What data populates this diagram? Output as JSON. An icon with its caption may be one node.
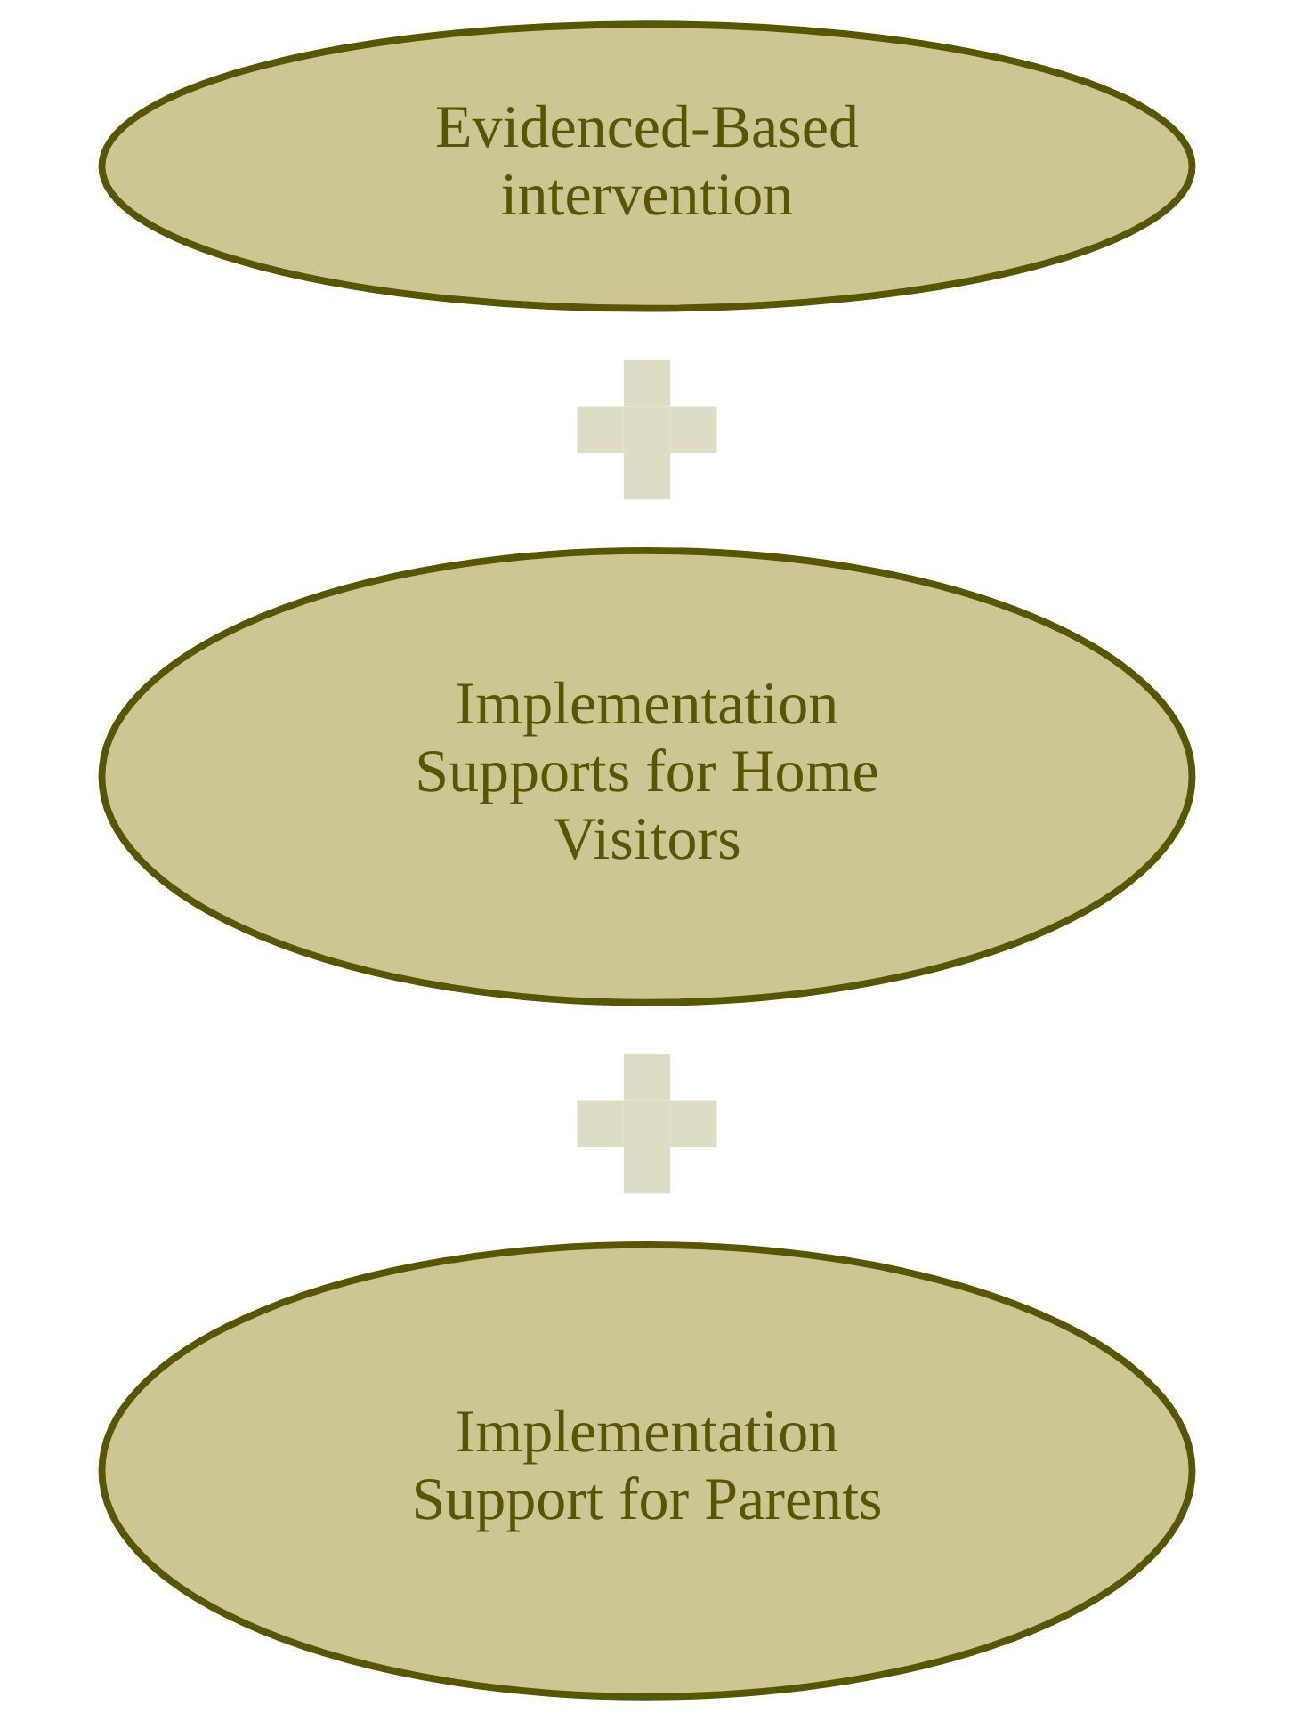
{
  "diagram": {
    "nodes": [
      {
        "text": [
          "Evidenced-Based intervention"
        ]
      },
      {
        "text": [],
        "shape": "plus"
      },
      {
        "text": [
          "Implementation Supports for Home Visitors"
        ]
      },
      {
        "text": [],
        "shape": "plus"
      },
      {
        "text": [
          "Implementation Support for Parents"
        ]
      }
    ],
    "edges": []
  }
}
